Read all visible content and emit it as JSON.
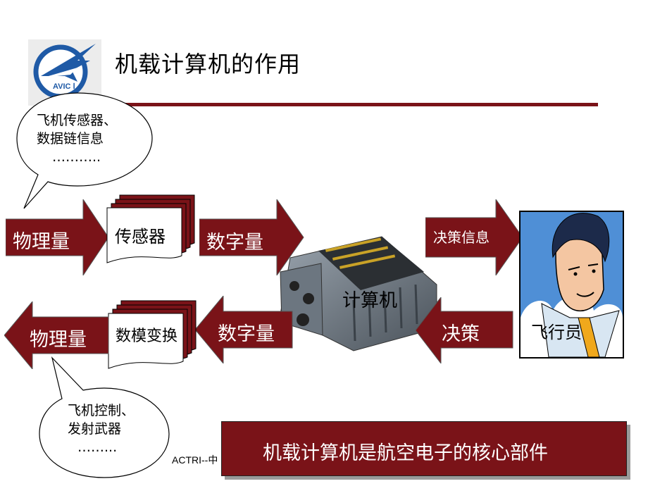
{
  "slide": {
    "title": "机载计算机的作用",
    "logo_text": "AVIC Ⅰ",
    "top_bubble": {
      "line1": "飞机传感器、",
      "line2": "数据链信息",
      "line3": "………..",
      "fill": "#ffffff"
    },
    "bottom_bubble": {
      "line1": "飞机控制、",
      "line2": "发射武器",
      "line3": "……..."
    },
    "top_row": {
      "input_label": "物理量",
      "sensor_label": "传感器",
      "digital_label": "数字量",
      "decision_info_label": "决策信息"
    },
    "bottom_row": {
      "output_label": "物理量",
      "dac_label": "数模变换",
      "digital_label": "数字量",
      "decision_label": "决策"
    },
    "computer_label": "计算机",
    "pilot_label": "飞行员",
    "banner_text": "机载计算机是航空电子的核心部件",
    "footer_text": "ACTRI--中",
    "colors": {
      "arrow": "#7a1318",
      "rule": "#7a1318",
      "logo_blue": "#1f5aa6"
    }
  }
}
